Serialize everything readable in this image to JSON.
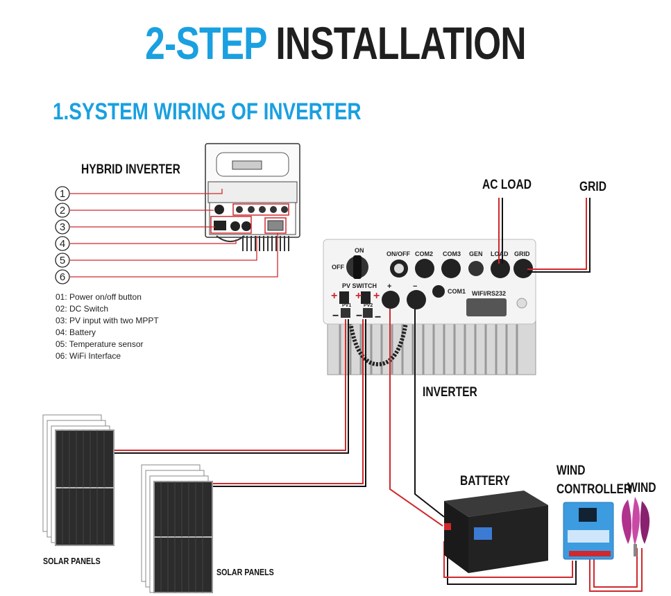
{
  "title": {
    "part1": "2-STEP",
    "part2": "INSTALLATION"
  },
  "section_title": "1.SYSTEM WIRING OF INVERTER",
  "labels": {
    "hybrid_inverter": "HYBRID INVERTER",
    "ac_load": "AC LOAD",
    "grid": "GRID",
    "inverter": "INVERTER",
    "battery": "BATTERY",
    "wind_controller_1": "WIND",
    "wind_controller_2": "CONTROLLER",
    "wind": "WIND",
    "solar_panels_1": "SOLAR PANELS",
    "solar_panels_2": "SOLAR PANELS"
  },
  "callouts": [
    "1",
    "2",
    "3",
    "4",
    "5",
    "6"
  ],
  "legend": [
    "01: Power on/off button",
    "02: DC Switch",
    "03: PV input with two MPPT",
    "04: Battery",
    "05: Temperature sensor",
    "06: WiFi Interface"
  ],
  "panel": {
    "on": "ON",
    "off": "OFF",
    "on_off": "ON/OFF",
    "com2": "COM2",
    "com3": "COM3",
    "gen": "GEN",
    "load": "LOAD",
    "grid": "GRID",
    "pv_switch": "PV SWITCH",
    "pv1": "PV1",
    "pv2": "PV2",
    "plus": "+",
    "minus": "−",
    "com1": "COM1",
    "wifi": "WIFI/RS232"
  },
  "colors": {
    "accent_blue": "#1aa0e0",
    "wire_red": "#d0282d",
    "wire_black": "#111111"
  }
}
